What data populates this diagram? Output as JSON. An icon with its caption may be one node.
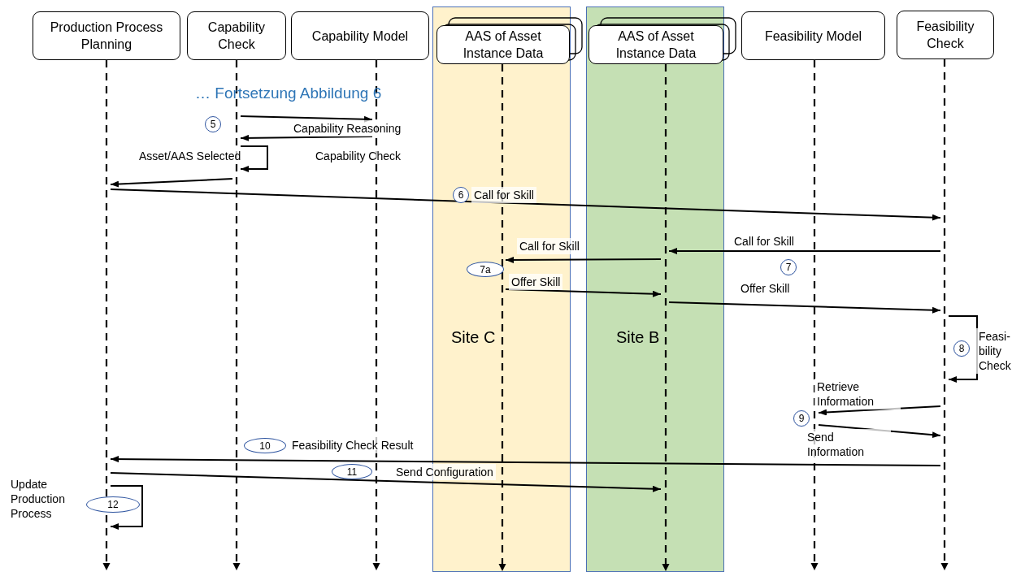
{
  "diagram": {
    "nodes": [
      {
        "text": [
          "Production Process Planning"
        ]
      },
      {
        "text": [
          "Capability Check"
        ]
      },
      {
        "text": [
          "Capability Model"
        ]
      },
      {
        "text": [
          "Site C"
        ]
      },
      {
        "text": [
          "AAS of Asset Instance Data"
        ],
        "in": 3
      },
      {
        "text": [
          "Site B"
        ]
      },
      {
        "text": [
          "AAS of Asset Instance Data"
        ],
        "in": 5
      },
      {
        "text": [
          "Feasibility Model"
        ]
      },
      {
        "text": [
          "Feasibility Check"
        ]
      },
      {
        "text": [],
        "shape": "line"
      },
      {
        "text": [],
        "shape": "line"
      },
      {
        "text": [],
        "shape": "line"
      },
      {
        "text": [],
        "shape": "line",
        "in": 3
      },
      {
        "text": [],
        "shape": "line",
        "in": 5
      },
      {
        "text": [],
        "shape": "line"
      },
      {
        "text": [],
        "shape": "line"
      }
    ],
    "edges": [
      {
        "from": 10,
        "to": 11,
        "arrow": "to",
        "label": "Capability Reasoning"
      },
      {
        "from": 11,
        "to": 10,
        "arrow": "to",
        "label": "Capability Check"
      },
      {
        "from": 10,
        "to": 10,
        "arrow": "to",
        "label": "Asset/AAS Selected"
      },
      {
        "from": 10,
        "to": 9,
        "arrow": "to"
      },
      {
        "from": 9,
        "to": 15,
        "arrow": "to",
        "label": "Call for Skill"
      },
      {
        "from": 15,
        "to": 13,
        "arrow": "to",
        "label": "Call for Skill"
      },
      {
        "from": 13,
        "to": 12,
        "arrow": "to",
        "label": "Call for Skill"
      },
      {
        "from": 12,
        "to": 13,
        "arrow": "to",
        "label": "Offer Skill"
      },
      {
        "from": 13,
        "to": 15,
        "arrow": "to",
        "label": "Offer Skill"
      },
      {
        "from": 15,
        "to": 15,
        "arrow": "to",
        "label": "Feasi- bility Check"
      },
      {
        "from": 15,
        "to": 14,
        "arrow": "to",
        "label": "Retrieve Information"
      },
      {
        "from": 14,
        "to": 15,
        "arrow": "to",
        "label": "Send Information"
      },
      {
        "from": 15,
        "to": 9,
        "arrow": "to",
        "label": "Feasibility Check Result"
      },
      {
        "from": 9,
        "to": 13,
        "arrow": "to",
        "label": "Send Configuration"
      },
      {
        "from": 9,
        "to": 9,
        "arrow": "to",
        "label": "Update Production Process"
      }
    ],
    "labels": [
      "… Fortsetzung Abbildung 6",
      "5",
      "6",
      "7a",
      "7",
      "8",
      "9",
      "10",
      "11",
      "12"
    ]
  }
}
